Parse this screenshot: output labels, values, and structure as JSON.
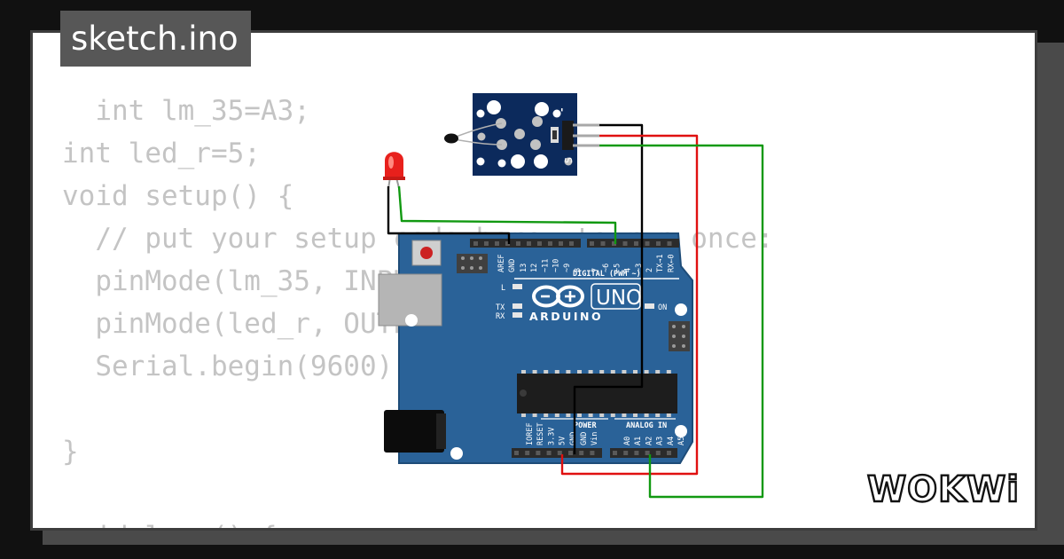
{
  "tab": {
    "filename": "sketch.ino"
  },
  "code": {
    "lines": [
      "  int lm_35=A3;",
      "int led_r=5;",
      "void setup() {",
      "  // put your setup code here, to run once:",
      "  pinMode(lm_35, INPUT);",
      "  pinMode(led_r, OUTPUT);",
      "  Serial.begin(9600);",
      "",
      "}",
      "",
      "void loop() {"
    ]
  },
  "board": {
    "name": "UNO",
    "brand": "ARDUINO",
    "color": "#2a6298",
    "digital_header": "DIGITAL (PWM ~)",
    "power_header": "POWER",
    "analog_header": "ANALOG IN",
    "label_aref": "AREF",
    "label_gnd": "GND",
    "digital_pins": [
      "13",
      "12",
      "~11",
      "~10",
      "~9",
      "8",
      "7",
      "~6",
      "~5",
      "4",
      "~3",
      "2",
      "TX→1",
      "RX←0"
    ],
    "power_pins": [
      "IOREF",
      "RESET",
      "3.3V",
      "5V",
      "GND",
      "GND",
      "Vin"
    ],
    "analog_pins": [
      "A0",
      "A1",
      "A2",
      "A3",
      "A4",
      "A5"
    ],
    "led_l": "L",
    "led_tx": "TX",
    "led_rx": "RX",
    "led_on": "ON"
  },
  "sensor": {
    "pin_minus": "-",
    "pin_s": "S",
    "color": "#0c2a5c"
  },
  "wires": {
    "gnd_color": "#000000",
    "vcc_color": "#e01010",
    "signal_color": "#119911"
  },
  "led": {
    "color": "#e8201c"
  },
  "brand": {
    "logo": "WOKWi"
  }
}
